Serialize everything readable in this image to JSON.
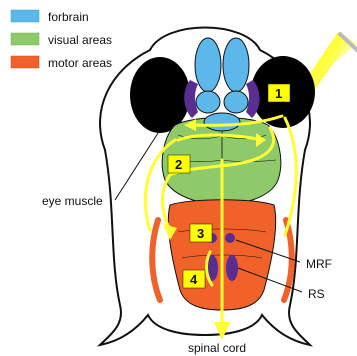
{
  "legend": [
    {
      "label": "forbrain",
      "color": "#5bb8e8"
    },
    {
      "label": "visual areas",
      "color": "#8ec96a"
    },
    {
      "label": "motor areas",
      "color": "#f0622a"
    }
  ],
  "steps": [
    "1",
    "2",
    "3",
    "4"
  ],
  "labels": {
    "eye_muscle": "eye muscle",
    "mrf": "MRF",
    "rs": "RS",
    "spinal_cord": "spinal cord"
  },
  "colors": {
    "forebrain": "#5bb8e8",
    "visual": "#8ec96a",
    "motor": "#f0622a",
    "eye": "#000000",
    "purple": "#5a2d91",
    "signal": "#ffff33",
    "step_box": "#ffff00",
    "outline": "#111111"
  }
}
